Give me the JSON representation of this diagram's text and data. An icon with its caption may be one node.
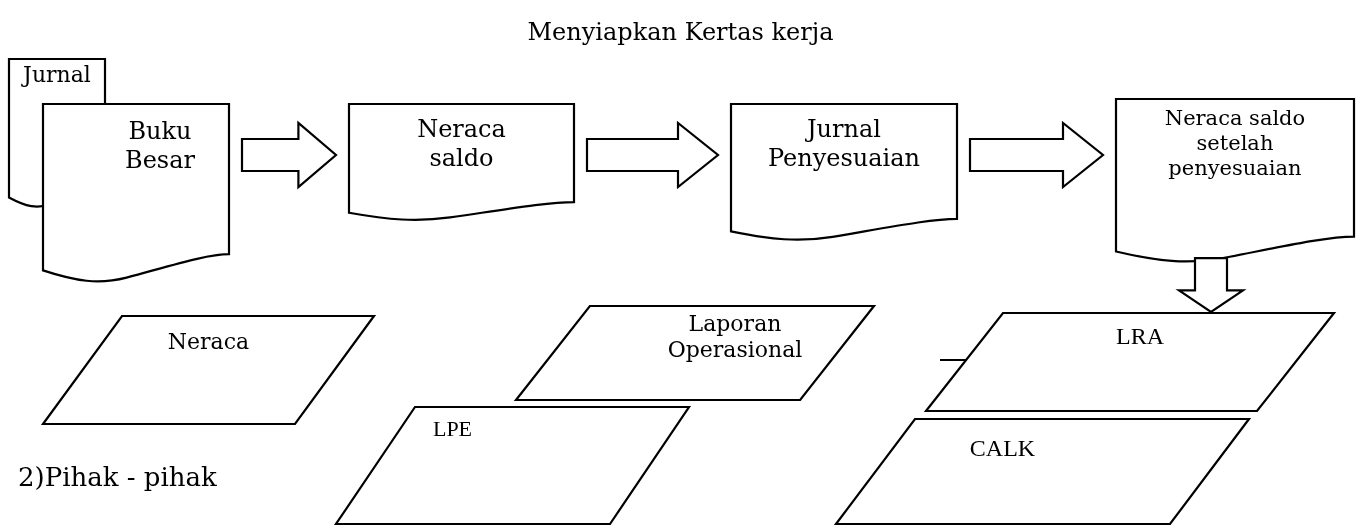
{
  "diagram": {
    "title": "Menyiapkan Kertas kerja",
    "nodes": [
      {
        "text": [
          "Jurnal"
        ]
      },
      {
        "text": [
          "Buku Besar"
        ]
      },
      {
        "text": [
          "Neraca saldo"
        ]
      },
      {
        "text": [
          "Jurnal Penyesuaian"
        ]
      },
      {
        "text": [
          "Neraca saldo setelah penyesuaian"
        ]
      },
      {
        "text": [
          "Neraca"
        ]
      },
      {
        "text": [
          "Laporan Operasional"
        ]
      },
      {
        "text": [
          "LPE"
        ]
      },
      {
        "text": [
          "LRA"
        ]
      },
      {
        "text": [
          "CALK"
        ]
      }
    ],
    "edges": [
      {
        "from": 1,
        "to": 2,
        "arrow": "to"
      },
      {
        "from": 2,
        "to": 3,
        "arrow": "to"
      },
      {
        "from": 3,
        "to": 4,
        "arrow": "to"
      },
      {
        "from": 4,
        "to": 8,
        "arrow": "to"
      }
    ],
    "labels": [
      "2)Pihak - pihak"
    ]
  }
}
